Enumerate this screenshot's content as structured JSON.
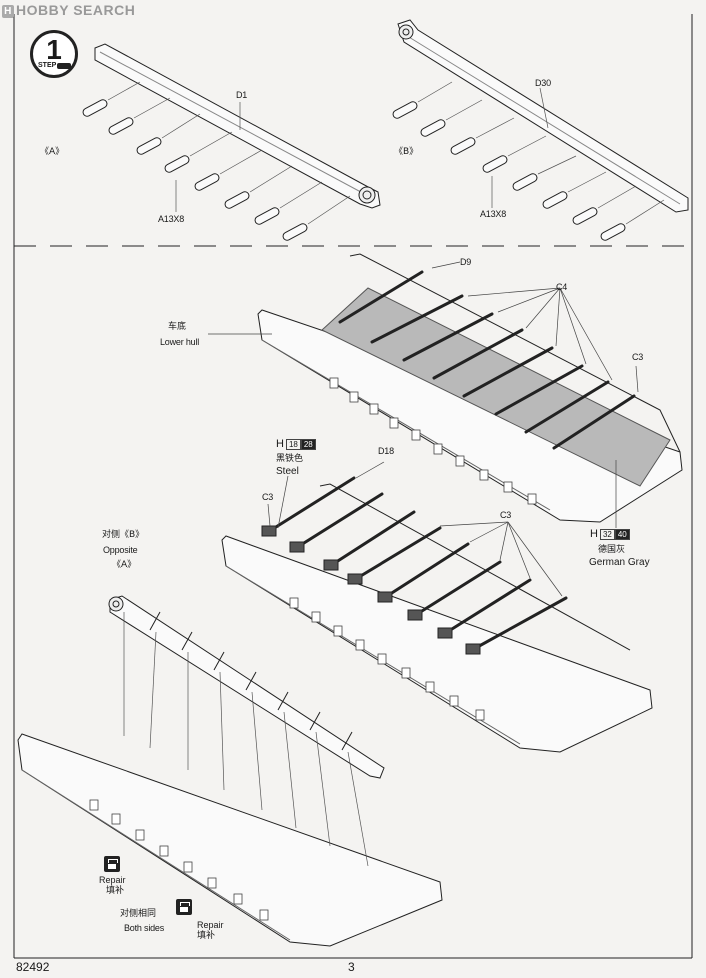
{
  "watermark": "HOBBY SEARCH",
  "step": {
    "number": "1",
    "label": "STEP"
  },
  "top_left": {
    "view": "《A》",
    "part_rail": "D1",
    "part_pins": "A13X8"
  },
  "top_right": {
    "view": "《B》",
    "part_rail": "D30",
    "part_pins": "A13X8"
  },
  "lower_hull": {
    "cn": "车底",
    "en": "Lower hull"
  },
  "parts": {
    "d9": "D9",
    "c4": "C4",
    "c3_right": "C3",
    "d18": "D18",
    "c3_left": "C3",
    "c3_mid": "C3"
  },
  "paint_steel": {
    "h": "H",
    "code1": "18",
    "code2": "28",
    "cn": "黑铁色",
    "en": "Steel"
  },
  "paint_gray": {
    "h": "H",
    "code1": "32",
    "code2": "40",
    "cn": "德国灰",
    "en": "German Gray"
  },
  "opposite": {
    "cn": "对侧《B》",
    "en": "Opposite",
    "view": "《A》"
  },
  "repair1": {
    "en": "Repair",
    "cn": "填补"
  },
  "both_sides": {
    "cn": "对侧相同",
    "en": "Both sides",
    "repair_en": "Repair",
    "repair_cn": "填补"
  },
  "footer": {
    "code": "82492",
    "page": "3"
  }
}
